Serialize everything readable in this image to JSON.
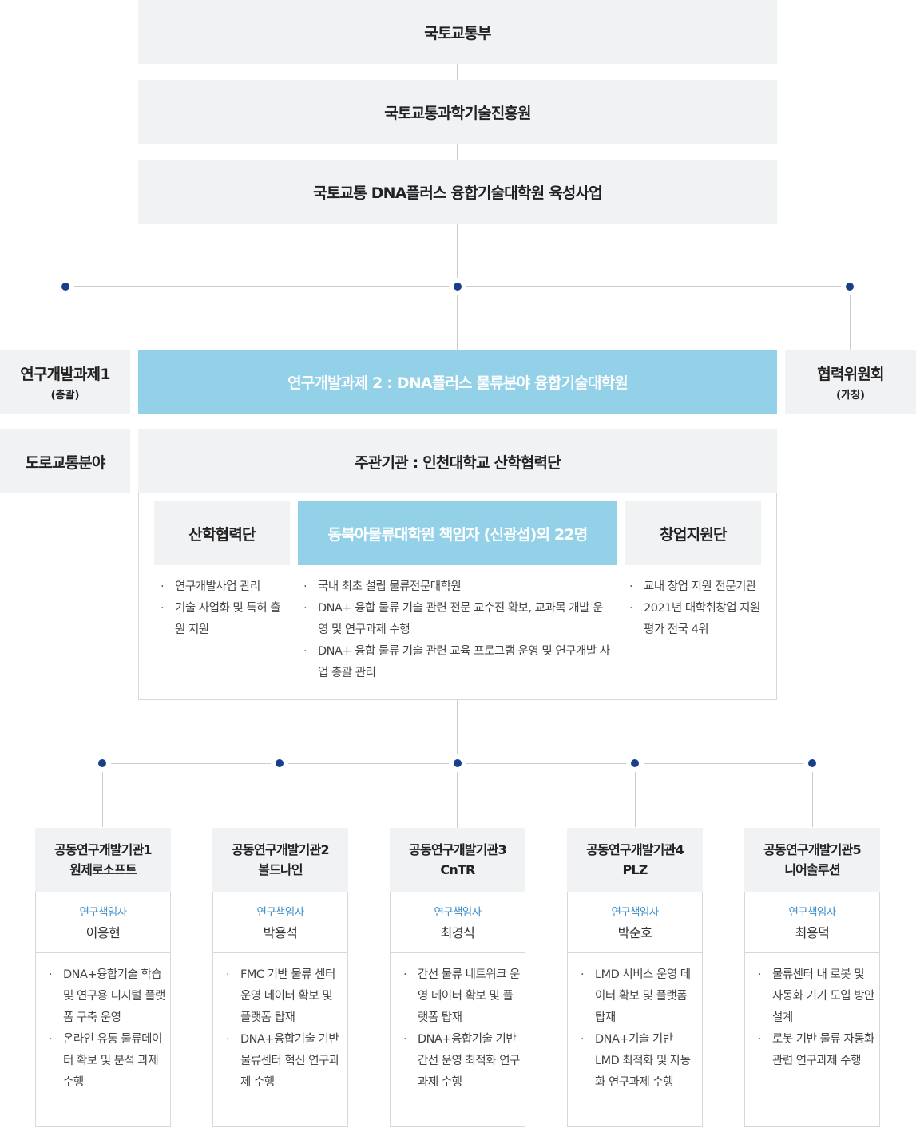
{
  "top": {
    "ministry": "국토교통부",
    "agency": "국토교통과학기술진흥원",
    "program": "국토교통 DNA플러스 융합기술대학원 육성사업"
  },
  "left": {
    "title": "연구개발과제1",
    "sub": "(총괄)",
    "field": "도로교통분야"
  },
  "center": {
    "title": "연구개발과제 2 : DNA플러스 물류분야 융합기술대학원",
    "host": "주관기관 : 인천대학교 산학협력단"
  },
  "right": {
    "title": "협력위원회",
    "sub": "(가칭)"
  },
  "units": [
    {
      "title": "산학협력단",
      "items": [
        "연구개발사업 관리",
        "기술 사업화 및 특허 출원 지원"
      ]
    },
    {
      "title": "동북아물류대학원 책임자 (신광섭)외 22명",
      "items": [
        "국내 최초 설립 물류전문대학원",
        "DNA+ 융합 물류 기술 관련 전문 교수진 확보, 교과목 개발 운영 및 연구과제 수행",
        "DNA+ 융합 물류 기술 관련 교육 프로그램 운영 및 연구개발 사업 총괄 관리"
      ]
    },
    {
      "title": "창업지원단",
      "items": [
        "교내 창업 지원 전문기관",
        "2021년 대학취창업 지원 평가 전국 4위"
      ]
    }
  ],
  "orgs": [
    {
      "line1": "공동연구개발기관1",
      "line2": "원제로소프트",
      "role": "연구책임자",
      "name": "이용현",
      "items": [
        "DNA+융합기술 학습 및 연구용 디지털 플랫폼 구축 운영",
        "온라인 유통 물류데이터 확보 및 분석 과제 수행"
      ]
    },
    {
      "line1": "공동연구개발기관2",
      "line2": "볼드나인",
      "role": "연구책임자",
      "name": "박용석",
      "items": [
        "FMC 기반 물류 센터 운영 데이터 확보 및 플랫폼 탑재",
        "DNA+융합기술 기반 물류센터 혁신 연구과제 수행"
      ]
    },
    {
      "line1": "공동연구개발기관3",
      "line2": "CnTR",
      "role": "연구책임자",
      "name": "최경식",
      "items": [
        "간선 물류 네트워크 운영 데이터 확보 및 플랫폼 탑재",
        "DNA+융합기술 기반 간선 운영 최적화 연구과제 수행"
      ]
    },
    {
      "line1": "공동연구개발기관4",
      "line2": "PLZ",
      "role": "연구책임자",
      "name": "박순호",
      "items": [
        "LMD 서비스 운영 데이터 확보 및 플랫폼 탑재",
        "DNA+기술 기반 LMD 최적화 및 자동화 연구과제 수행"
      ]
    },
    {
      "line1": "공동연구개발기관5",
      "line2": "니어솔루션",
      "role": "연구책임자",
      "name": "최용덕",
      "items": [
        "물류센터 내 로봇 및 자동화 기기 도입 방안 설계",
        "로봇 기반 물류 자동화 관련 연구과제 수행"
      ]
    }
  ]
}
